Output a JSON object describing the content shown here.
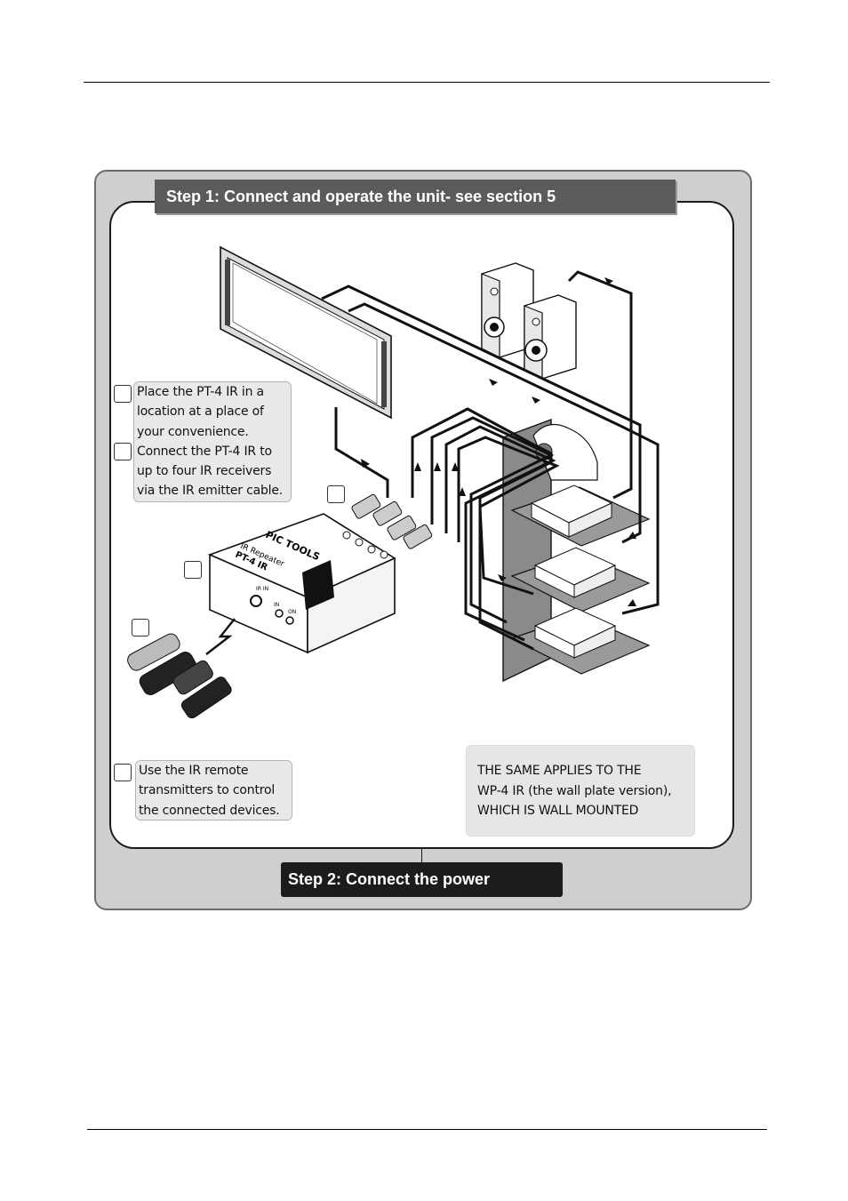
{
  "steps": {
    "step1": "Step 1: Connect and operate the unit- see section 5",
    "step2": "Step 2: Connect the power"
  },
  "notes": {
    "place": [
      "Place the PT-4 IR in a",
      "location at a place of",
      "your convenience.",
      "Connect the PT-4 IR to",
      "up to four IR receivers",
      "via the IR emitter cable."
    ],
    "remote": [
      "Use the IR remote",
      "transmitters to control",
      "the connected devices."
    ],
    "wallplate": [
      "THE SAME APPLIES TO THE",
      "WP-4 IR (the wall plate version),",
      "WHICH IS WALL MOUNTED"
    ]
  },
  "device": {
    "brand": "PIC TOOLS",
    "type": "IR Repeater",
    "model": "PT-4 IR",
    "label_ir_in": "IR IN",
    "label_in": "IN",
    "label_on": "ON"
  }
}
